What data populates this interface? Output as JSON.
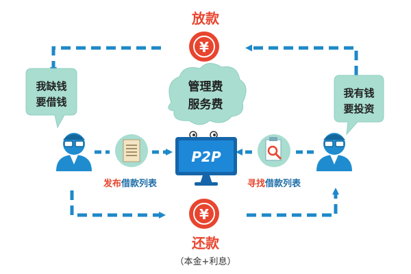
{
  "top_label": "放款",
  "bottom_label": "还款",
  "bottom_sublabel": "（本金+利息）",
  "center": {
    "bubble_line1": "管理费",
    "bubble_line2": "服务费",
    "screen_text": "P2P"
  },
  "left": {
    "bubble_line1": "我缺钱",
    "bubble_line2": "要借钱",
    "caption_part1": "发布",
    "caption_part2": "借款列表"
  },
  "right": {
    "bubble_line1": "我有钱",
    "bubble_line2": "要投资",
    "caption_part1": "寻找",
    "caption_part2": "借款列表"
  },
  "coin_symbol": "¥",
  "colors": {
    "coin": "#e8452f",
    "coin_ring": "#c73a25",
    "arrow": "#1e88c8",
    "person_blue": "#1f8ccf",
    "bubble_green": "#a8ddd0",
    "caption_red": "#e8452f",
    "caption_blue": "#1f6ea8",
    "monitor_blue": "#1e88d8"
  }
}
